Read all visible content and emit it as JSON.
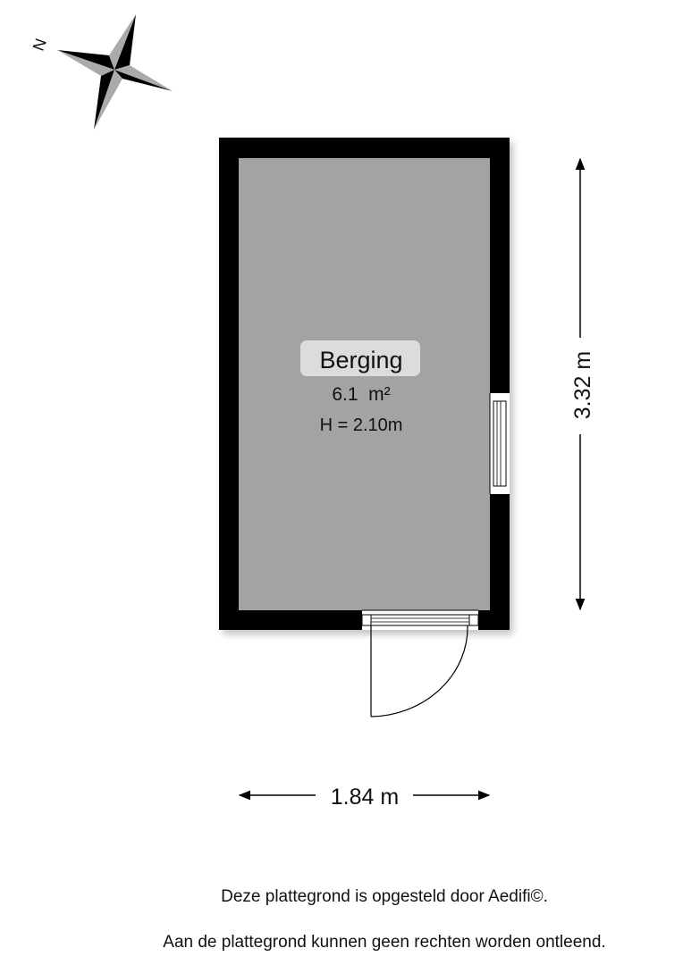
{
  "compass": {
    "north_label": "N"
  },
  "room": {
    "name": "Berging",
    "area": "6.1  m²",
    "height": "H = 2.10m"
  },
  "dimensions": {
    "height": "3.32 m",
    "width": "1.84 m"
  },
  "footer": {
    "line1": "Deze plattegrond is opgesteld door Aedifi©.",
    "line2": "Aan de plattegrond kunnen geen rechten worden ontleend."
  },
  "colors": {
    "wall": "#000000",
    "floor": "#a3a3a3",
    "label_bg": "#dcdcdc"
  }
}
